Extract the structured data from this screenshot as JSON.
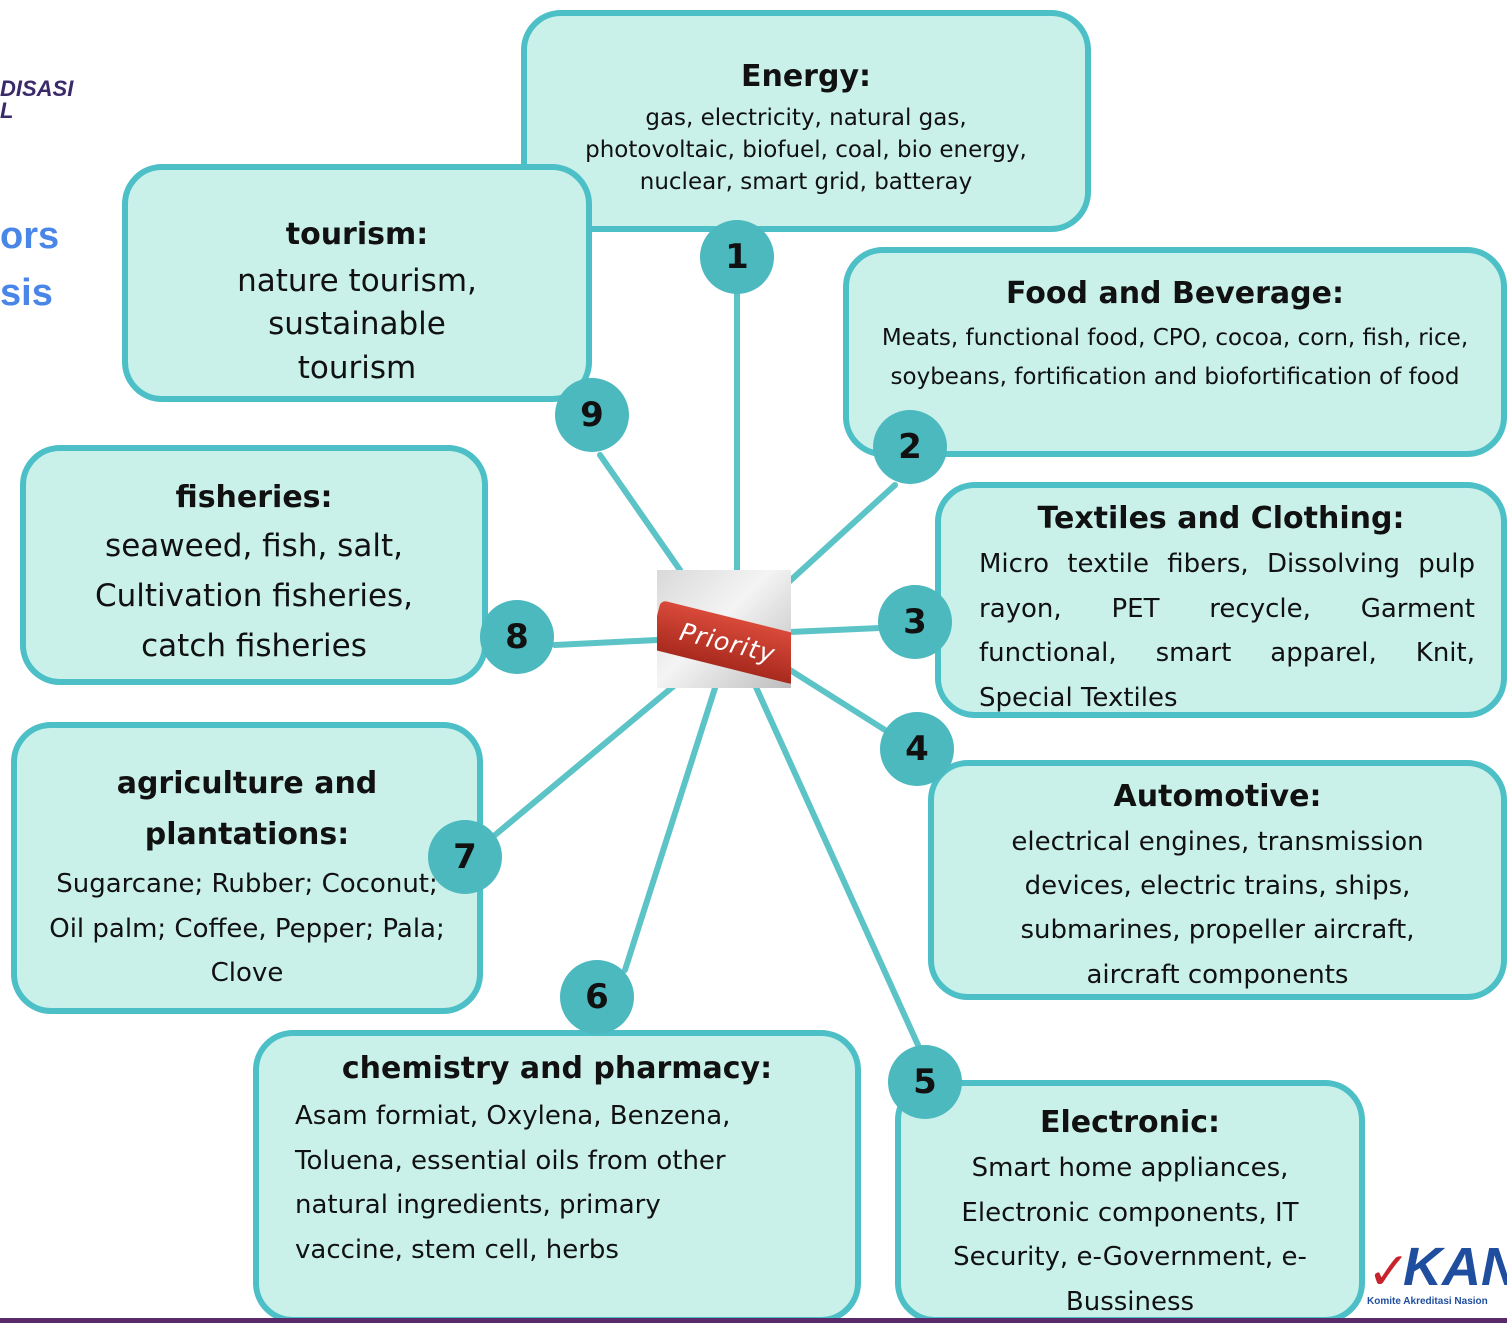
{
  "corner_fragments": {
    "logo_line1": "DISASI",
    "logo_line2": "L",
    "title_line1": "ors",
    "title_line2": "sis"
  },
  "center": {
    "label": "Priority"
  },
  "nodes": [
    {
      "num": "1",
      "title": "Energy:",
      "body": "gas, electricity, natural gas, photovoltaic, biofuel, coal, bio energy, nuclear, smart grid, batteray"
    },
    {
      "num": "2",
      "title": "Food and Beverage:",
      "body": "Meats, functional food, CPO, cocoa, corn, fish, rice, soybeans, fortification and biofortification of food"
    },
    {
      "num": "3",
      "title": "Textiles and Clothing",
      "title_suffix": ":",
      "body": "Micro textile fibers, Dissolving pulp rayon, PET recycle, Garment functional, smart apparel, Knit, Special Textiles"
    },
    {
      "num": "4",
      "title": "Automotive:",
      "body": "electrical engines, transmission devices, electric trains, ships, submarines, propeller aircraft, aircraft components"
    },
    {
      "num": "5",
      "title": "Electronic:",
      "body": "Smart home appliances, Electronic components, IT Security, e-Government, e-Bussiness"
    },
    {
      "num": "6",
      "title": "chemistry and pharmacy:",
      "body": "Asam formiat, Oxylena, Benzena, Toluena, essential oils from other natural ingredients, primary vaccine, stem cell, herbs"
    },
    {
      "num": "7",
      "title": "agriculture and plantations:",
      "body": "Sugarcane; Rubber; Coconut; Oil palm; Coffee, Pepper; Pala; Clove"
    },
    {
      "num": "8",
      "title": "fisheries:",
      "body": "seaweed, fish, salt, Cultivation fisheries, catch fisheries"
    },
    {
      "num": "9",
      "title": "tourism:",
      "body": "nature tourism, sustainable tourism"
    }
  ],
  "footer_logo": {
    "mark": "KAN",
    "caption": "Komite Akreditasi Nasion"
  },
  "colors": {
    "box_fill": "#c9f1ea",
    "box_border": "#4dbfc6",
    "badge": "#4cb9bf",
    "line": "#5cc3c7",
    "footer_bar": "#5b2a6b",
    "logo_blue": "#1f4e9e",
    "logo_red": "#c8232c"
  }
}
